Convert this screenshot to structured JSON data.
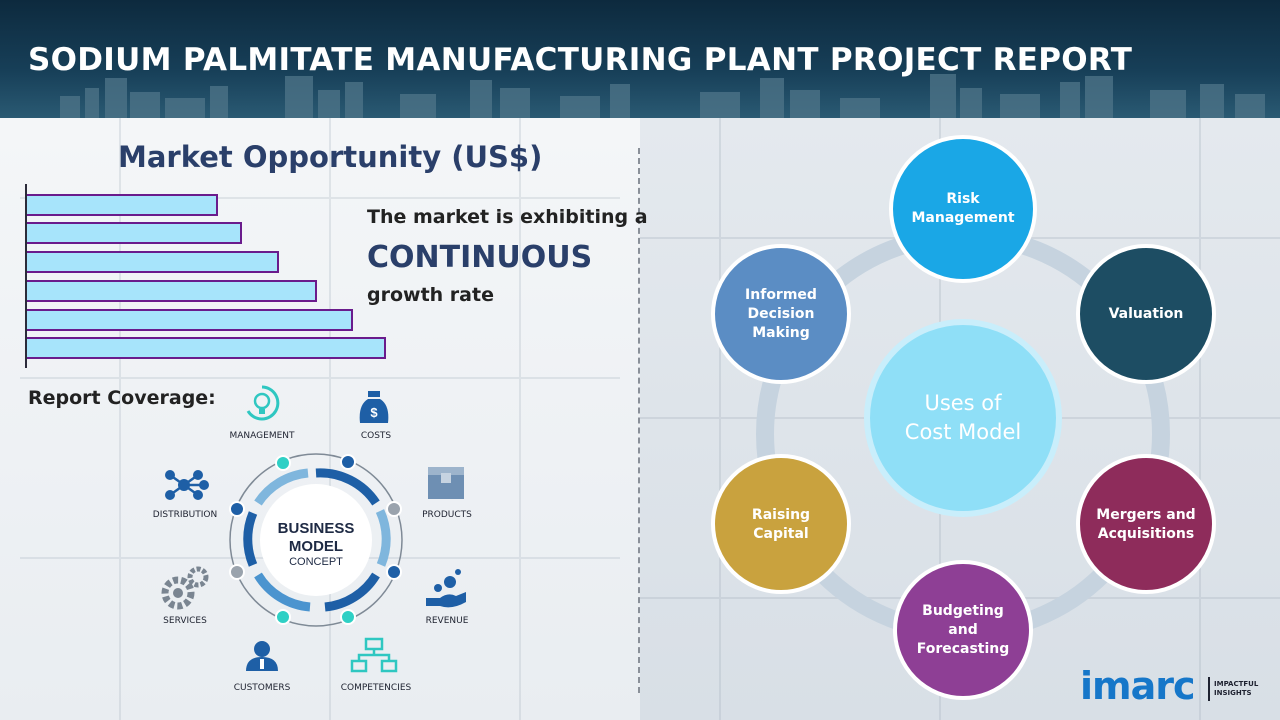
{
  "header": {
    "title": "SODIUM PALMITATE MANUFACTURING PLANT PROJECT REPORT"
  },
  "market": {
    "title": "Market Opportunity (US$)",
    "line1": "The market is exhibiting a",
    "line2": "CONTINUOUS",
    "line3": "growth rate"
  },
  "coverage": {
    "title": "Report Coverage:",
    "center_line1": "BUSINESS",
    "center_line2": "MODEL",
    "center_line3": "CONCEPT",
    "items": {
      "management": "MANAGEMENT",
      "costs": "COSTS",
      "distribution": "DISTRIBUTION",
      "products": "PRODUCTS",
      "services": "SERVICES",
      "revenue": "REVENUE",
      "customers": "CUSTOMERS",
      "competencies": "COMPETENCIES"
    },
    "costs_symbol": "$"
  },
  "uses": {
    "center_line1": "Uses of",
    "center_line2": "Cost Model",
    "risk": "Risk Management",
    "valuation": "Valuation",
    "mergers": "Mergers and Acquisitions",
    "budgeting": "Budgeting and Forecasting",
    "raising": "Raising Capital",
    "informed": "Informed Decision Making"
  },
  "logo": {
    "word": "imarc",
    "tag_line1": "IMPACTFUL",
    "tag_line2": "INSIGHTS"
  },
  "colors": {
    "risk": "#1aa7e6",
    "valuation": "#1d4d63",
    "mergers": "#8e2c5b",
    "budgeting": "#8e3f95",
    "raising": "#c9a23e",
    "informed": "#5b8dc4",
    "center": "#8fdff7",
    "bar_fill": "#a7e4fb",
    "bar_border": "#6a1b8c"
  }
}
